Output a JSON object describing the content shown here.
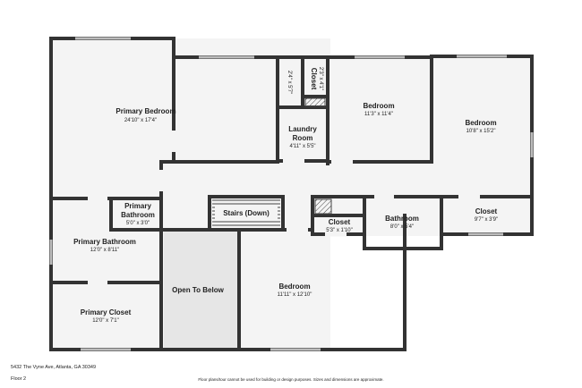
{
  "rooms": {
    "primary_bedroom": {
      "name": "Primary Bedroom",
      "dim": "24'10\" x 17'4\""
    },
    "closet_left": {
      "dim": "2'4\" x 5'7\""
    },
    "closet_right": {
      "name": "Closet",
      "dim": "2'3\" x 4'1\""
    },
    "laundry": {
      "name1": "Laundry",
      "name2": "Room",
      "dim": "4'11\" x 5'5\""
    },
    "bedroom_a": {
      "name": "Bedroom",
      "dim": "11'3\" x 11'4\""
    },
    "bedroom_b": {
      "name": "Bedroom",
      "dim": "10'8\" x 15'2\""
    },
    "primary_bath_small": {
      "name1": "Primary",
      "name2": "Bathroom",
      "dim": "5'0\" x 3'0\""
    },
    "primary_bath": {
      "name": "Primary Bathroom",
      "dim": "12'0\" x 8'11\""
    },
    "primary_closet": {
      "name": "Primary Closet",
      "dim": "12'0\" x 7'1\""
    },
    "open_below": {
      "name": "Open To Below"
    },
    "stairs": {
      "name": "Stairs (Down)"
    },
    "bedroom_c": {
      "name": "Bedroom",
      "dim": "11'11\" x 12'10\""
    },
    "closet_mid": {
      "name": "Closet",
      "dim": "5'3\" x 1'10\""
    },
    "bathroom": {
      "name": "Bathroom",
      "dim": "8'0\" x 5'4\""
    },
    "closet_far": {
      "name": "Closet",
      "dim": "9'7\" x 3'9\""
    }
  },
  "footer": {
    "address": "5432 The Vyne Ave, Atlanta, GA 30349",
    "floor": "Floor 2",
    "disclaimer": "Floor plans/tour cannot be used for building or design purposes. Sizes and dimensions are approximate."
  },
  "colors": {
    "wall": "#333333",
    "floor": "#f4f4f4",
    "open_below": "#e6e6e6"
  }
}
